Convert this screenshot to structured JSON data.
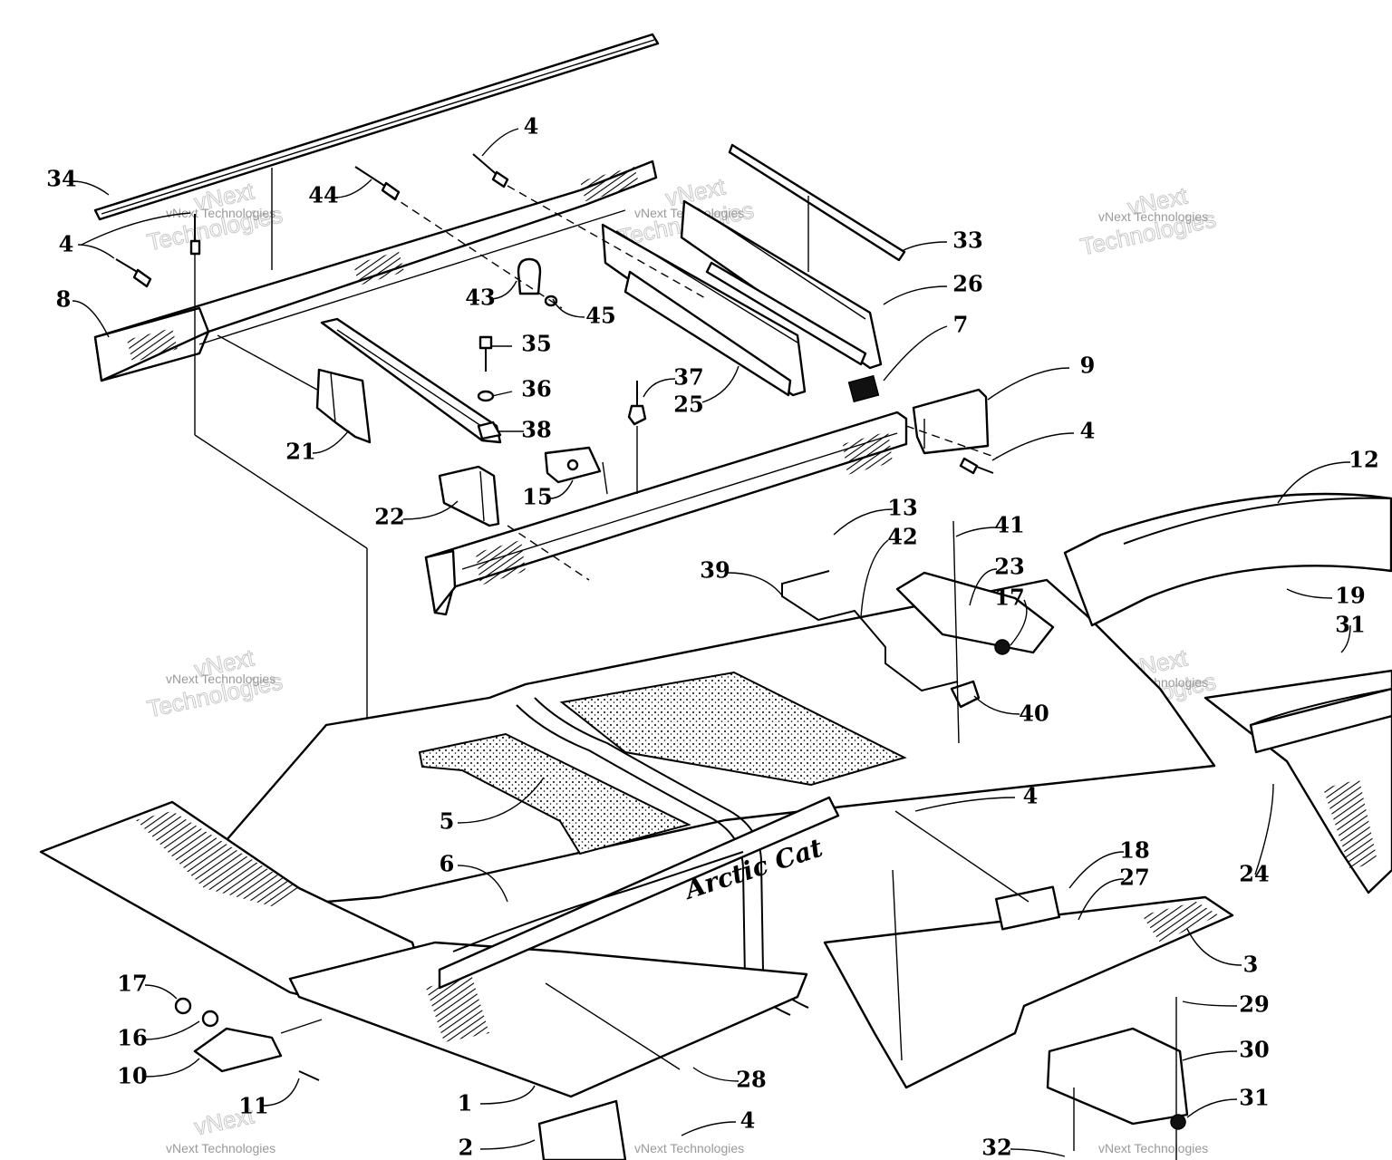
{
  "diagram": {
    "watermark": {
      "line1": "vNext",
      "line2": "Technologies",
      "small": "vNext Technologies"
    },
    "callouts": [
      {
        "id": "c34",
        "text": "34"
      },
      {
        "id": "c4a",
        "text": "4"
      },
      {
        "id": "c44",
        "text": "44"
      },
      {
        "id": "c4b",
        "text": "4"
      },
      {
        "id": "c8",
        "text": "8"
      },
      {
        "id": "c43",
        "text": "43"
      },
      {
        "id": "c45",
        "text": "45"
      },
      {
        "id": "c35",
        "text": "35"
      },
      {
        "id": "c36",
        "text": "36"
      },
      {
        "id": "c38",
        "text": "38"
      },
      {
        "id": "c37",
        "text": "37"
      },
      {
        "id": "c25",
        "text": "25"
      },
      {
        "id": "c33",
        "text": "33"
      },
      {
        "id": "c26",
        "text": "26"
      },
      {
        "id": "c7",
        "text": "7"
      },
      {
        "id": "c9",
        "text": "9"
      },
      {
        "id": "c4c",
        "text": "4"
      },
      {
        "id": "c21",
        "text": "21"
      },
      {
        "id": "c15",
        "text": "15"
      },
      {
        "id": "c22",
        "text": "22"
      },
      {
        "id": "c12",
        "text": "12"
      },
      {
        "id": "c13",
        "text": "13"
      },
      {
        "id": "c41",
        "text": "41"
      },
      {
        "id": "c42",
        "text": "42"
      },
      {
        "id": "c23",
        "text": "23"
      },
      {
        "id": "c39",
        "text": "39"
      },
      {
        "id": "c17a",
        "text": "17"
      },
      {
        "id": "c19",
        "text": "19"
      },
      {
        "id": "c31a",
        "text": "31"
      },
      {
        "id": "c40",
        "text": "40"
      },
      {
        "id": "c4d",
        "text": "4"
      },
      {
        "id": "c5",
        "text": "5"
      },
      {
        "id": "c6",
        "text": "6"
      },
      {
        "id": "c18",
        "text": "18"
      },
      {
        "id": "c27",
        "text": "27"
      },
      {
        "id": "c24",
        "text": "24"
      },
      {
        "id": "c3",
        "text": "3"
      },
      {
        "id": "c17b",
        "text": "17"
      },
      {
        "id": "c16",
        "text": "16"
      },
      {
        "id": "c10",
        "text": "10"
      },
      {
        "id": "c11",
        "text": "11"
      },
      {
        "id": "c1",
        "text": "1"
      },
      {
        "id": "c28",
        "text": "28"
      },
      {
        "id": "c29",
        "text": "29"
      },
      {
        "id": "c30",
        "text": "30"
      },
      {
        "id": "c31b",
        "text": "31"
      },
      {
        "id": "c2",
        "text": "2"
      },
      {
        "id": "c4e",
        "text": "4"
      },
      {
        "id": "c32",
        "text": "32"
      }
    ]
  }
}
